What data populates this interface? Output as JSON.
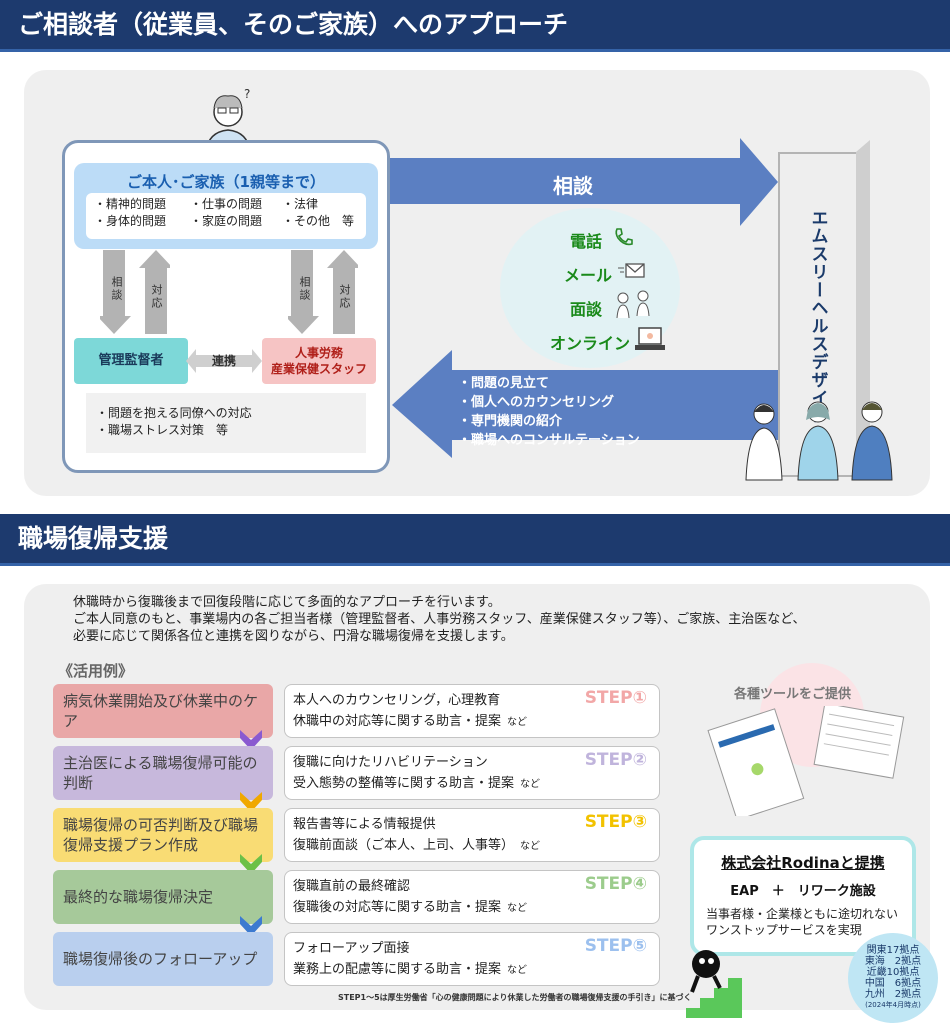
{
  "section1": {
    "title": "ご相談者（従業員、そのご家族）へのアプローチ",
    "honnin": {
      "title": "ご本人･ご家族（1親等まで）",
      "items": [
        "・精神的問題",
        "・仕事の問題",
        "・法律",
        "・身体的問題",
        "・家庭の問題",
        "・その他　等"
      ]
    },
    "arrow_labels": {
      "soudan": "相談",
      "taiou": "対応"
    },
    "kanri": "管理監督者",
    "renkei": "連携",
    "jinji": [
      "人事労務",
      "産業保健スタッフ"
    ],
    "kanri_notes": [
      "・問題を抱える同僚への対応",
      "・職場ストレス対策　等"
    ],
    "consult_label": "相談",
    "methods": [
      "電話",
      "メール",
      "面談",
      "オンライン"
    ],
    "company": "エムスリーヘルスデザイン",
    "back_items": [
      "・問題の見立て",
      "・個人へのカウンセリング",
      "・専門機関の紹介",
      "・職場へのコンサルテーション"
    ]
  },
  "section2": {
    "title": "職場復帰支援",
    "intro": [
      "休職時から復職後まで回復段階に応じて多面的なアプローチを行います。",
      "ご本人同意のもと、事業場内の各ご担当者様（管理監督者、人事労務スタッフ、産業保健スタッフ等）、ご家族、主治医など、",
      "必要に応じて関係各位と連携を図りながら、円滑な職場復帰を支援します。"
    ],
    "katsuyo": "《活用例》",
    "steps": [
      {
        "stage": "病気休業開始及び休業中のケア",
        "label": "STEP①",
        "line1": "本人へのカウンセリング，心理教育",
        "line2": "休職中の対応等に関する助言・提案",
        "color": "#e9a7a7",
        "labelColor": "#f2a7a7"
      },
      {
        "stage": "主治医による職場復帰可能の判断",
        "label": "STEP②",
        "line1": "復職に向けたリハビリテーション",
        "line2": "受入態勢の整備等に関する助言・提案",
        "color": "#c7b8dc",
        "labelColor": "#c0b4dc"
      },
      {
        "stage": "職場復帰の可否判断及び職場復帰支援プラン作成",
        "label": "STEP③",
        "line1": "報告書等による情報提供",
        "line2": "復職前面談（ご本人、上司、人事等）",
        "color": "#f9dc74",
        "labelColor": "#f2c200"
      },
      {
        "stage": "最終的な職場復帰決定",
        "label": "STEP④",
        "line1": "復職直前の最終確認",
        "line2": "復職後の対応等に関する助言・提案",
        "color": "#a6c99a",
        "labelColor": "#9ccc8c"
      },
      {
        "stage": "職場復帰後のフォローアップ",
        "label": "STEP⑤",
        "line1": "フォローアップ面接",
        "line2": "業務上の配慮等に関する助言・提案",
        "color": "#b9cfee",
        "labelColor": "#9cc0ee"
      }
    ],
    "nado": "など",
    "tools_title": "各種ツールをご提供",
    "rodina": {
      "title": "株式会社Rodinaと提携",
      "sub": "EAP　＋　リワーク施設",
      "desc": [
        "当事者様・企業様ともに途切れない",
        "ワンストップサービスを実現"
      ]
    },
    "bases": [
      "関東17拠点",
      "東海　2拠点",
      "近畿10拠点",
      "中国　6拠点",
      "九州　2拠点",
      "(2024年4月時点)"
    ],
    "source": "STEP1～5は厚生労働省「心の健康問題により休業した労働者の職場復帰支援の手引き」に基づく"
  }
}
